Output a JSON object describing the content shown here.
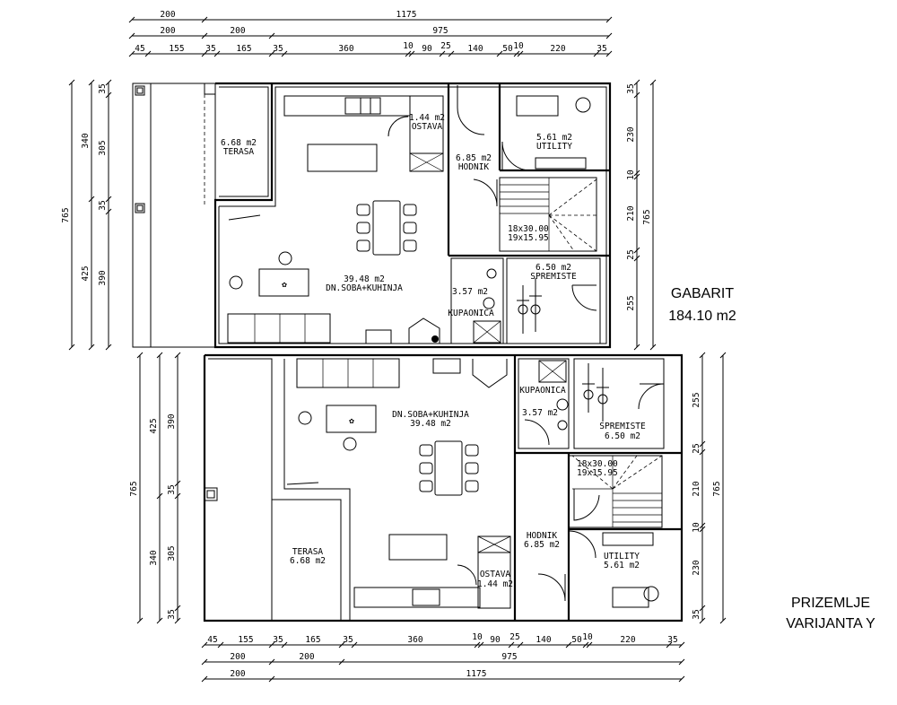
{
  "summary": {
    "gabarit_label": "GABARIT",
    "gabarit_area": "184.10 m2",
    "floor_label": "PRIZEMLJE",
    "variant_label": "VARIJANTA Y"
  },
  "dims_top": {
    "total": "1175",
    "row2": [
      "200",
      "200",
      "975"
    ],
    "row3": [
      "45",
      "155",
      "35",
      "165",
      "35",
      "360",
      "10",
      "90",
      "25",
      "140",
      "50",
      "10",
      "220",
      "35"
    ]
  },
  "dims_bottom": {
    "total": "1175",
    "row2": [
      "200",
      "200",
      "975"
    ],
    "row3": [
      "45",
      "155",
      "35",
      "165",
      "35",
      "360",
      "10",
      "90",
      "25",
      "140",
      "50",
      "10",
      "220",
      "35"
    ]
  },
  "dims_left": {
    "total": "765",
    "mid": [
      "340",
      "425"
    ],
    "inner": [
      "35",
      "305",
      "35",
      "390"
    ]
  },
  "dims_right_upper": {
    "total": "765",
    "inner": [
      "35",
      "230",
      "10",
      "210",
      "25",
      "255"
    ]
  },
  "dims_left_lower": {
    "total": "765",
    "mid": [
      "425",
      "340"
    ],
    "inner": [
      "390",
      "35",
      "305",
      "35"
    ]
  },
  "dims_right_lower": {
    "total": "765",
    "inner": [
      "255",
      "25",
      "210",
      "10",
      "230",
      "35"
    ]
  },
  "rooms_upper": {
    "terasa": {
      "area": "6.68 m2",
      "name": "TERASA"
    },
    "ostava": {
      "area": "1.44 m2",
      "name": "OSTAVA"
    },
    "hodnik": {
      "area": "6.85 m2",
      "name": "HODNIK"
    },
    "utility": {
      "area": "5.61 m2",
      "name": "UTILITY"
    },
    "stairs": [
      "18x30.00",
      "19x15.95"
    ],
    "living": {
      "area": "39.48 m2",
      "name": "DN.SOBA+KUHINJA"
    },
    "spremiste": {
      "area": "6.50 m2",
      "name": "SPREMISTE"
    },
    "kupaonica": {
      "area": "3.57 m2",
      "name": "KUPAONICA"
    }
  },
  "rooms_lower": {
    "living": {
      "area": "39.48 m2",
      "name": "DN.SOBA+KUHINJA"
    },
    "kupaonica": {
      "area": "3.57 m2",
      "name": "KUPAONICA"
    },
    "spremiste": {
      "area": "6.50 m2",
      "name": "SPREMISTE"
    },
    "stairs": [
      "18x30.00",
      "19x15.95"
    ],
    "hodnik": {
      "area": "6.85 m2",
      "name": "HODNIK"
    },
    "utility": {
      "area": "5.61 m2",
      "name": "UTILITY"
    },
    "terasa": {
      "area": "6.68 m2",
      "name": "TERASA"
    },
    "ostava": {
      "area": "1.44 m2",
      "name": "OSTAVA"
    }
  }
}
